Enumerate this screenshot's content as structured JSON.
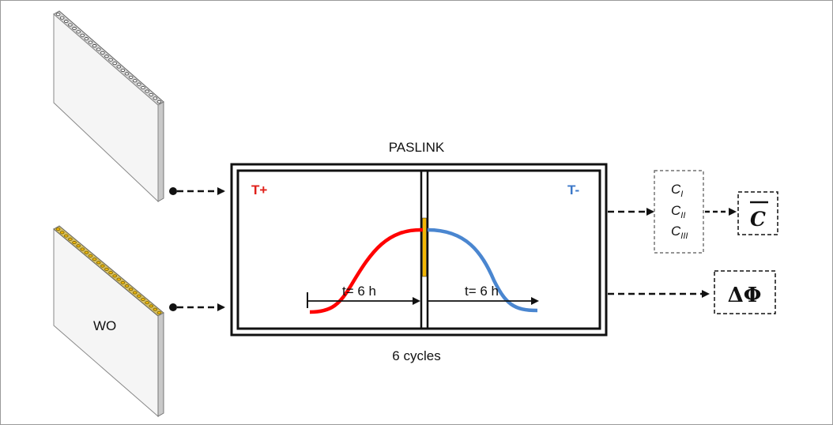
{
  "diagram": {
    "chamber_title": "PASLINK",
    "cycles_label": "6 cycles",
    "wall_label": "WO",
    "hot_side_label": "T+",
    "cold_side_label": "T-",
    "time_left": "t= 6 h",
    "time_right": "t= 6 h",
    "c_labels": {
      "c1_main": "C",
      "c1_sub": "I",
      "c2_main": "C",
      "c2_sub": "II",
      "c3_main": "C",
      "c3_sub": "III"
    },
    "c_bar_output": "C",
    "delta_phi": "ΔΦ",
    "colors": {
      "hot": "#ff0000",
      "cold": "#4a86d0",
      "insulation": "#f2b705",
      "text_hot": "#e0201a",
      "text_cold": "#3c78c8"
    }
  }
}
